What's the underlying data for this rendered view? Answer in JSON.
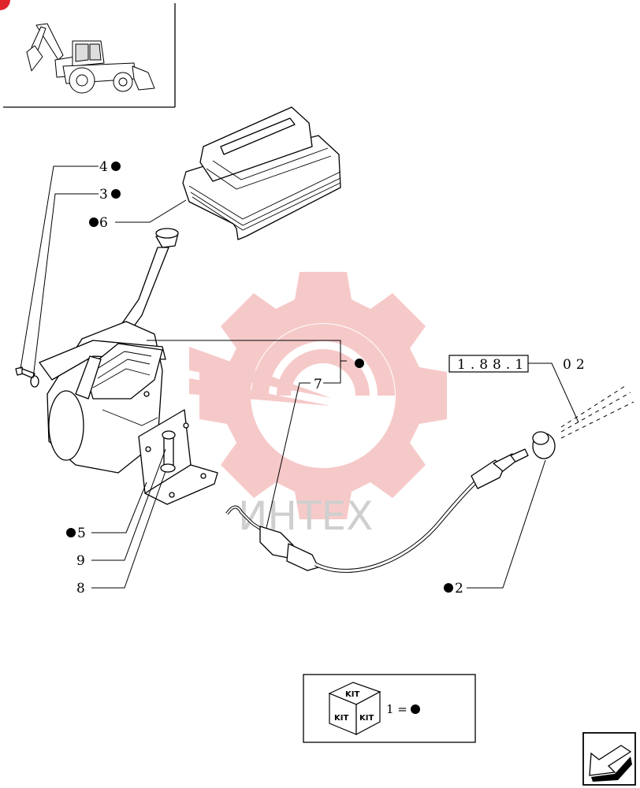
{
  "colors": {
    "ink": "#000000",
    "watermark_red": "#f4b8b8",
    "watermark_gray": "#cfcfcf",
    "corner_badge": "#e0242c"
  },
  "icons": {
    "thumbnail": "backhoe-loader-icon",
    "watermark": "gear-logo-icon",
    "kit": "kit-box-icon",
    "navigation": "arrow-next-icon"
  },
  "watermark": {
    "text": "ИНТЕХ"
  },
  "callouts": [
    {
      "id": "4",
      "label": "4",
      "kit": true
    },
    {
      "id": "3",
      "label": "3",
      "kit": true
    },
    {
      "id": "6",
      "label": "6",
      "kit": true
    },
    {
      "id": "1",
      "label": "",
      "kit": true
    },
    {
      "id": "7",
      "label": "7",
      "kit": false
    },
    {
      "id": "5",
      "label": "5",
      "kit": true
    },
    {
      "id": "9",
      "label": "9",
      "kit": false
    },
    {
      "id": "8",
      "label": "8",
      "kit": false
    },
    {
      "id": "2",
      "label": "2",
      "kit": true
    }
  ],
  "reference": {
    "box_text": "1.88.1",
    "suffix": "02"
  },
  "kit_legend": {
    "box_label": "KIT",
    "text": "1 ="
  }
}
